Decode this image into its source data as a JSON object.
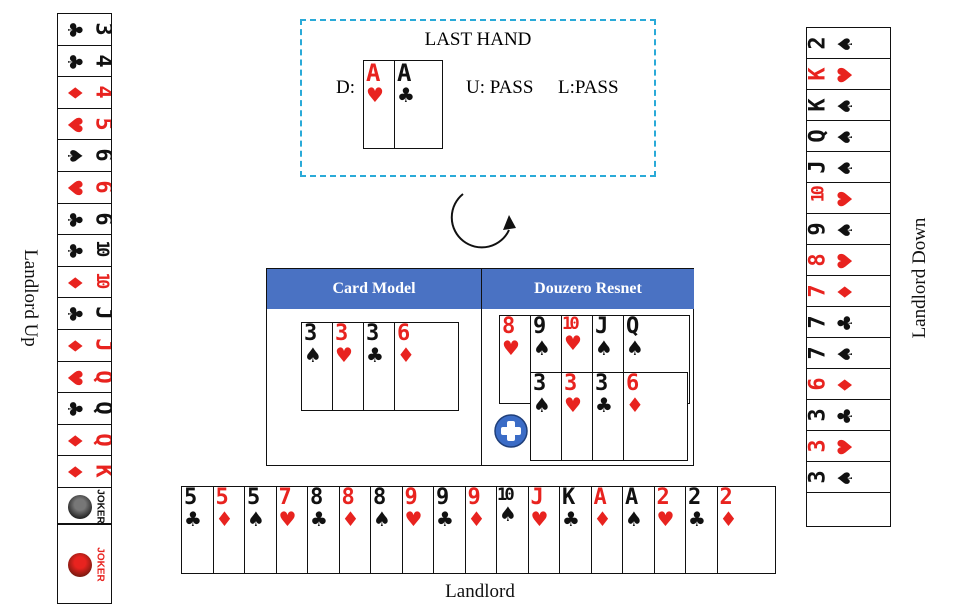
{
  "colors": {
    "red": "#e8231f",
    "black": "#111111",
    "header": "#4a72c3",
    "dashed": "#2aaad8",
    "plus_button": "#3b6cc6"
  },
  "labels": {
    "landlord_up": "Landlord Up",
    "landlord_down": "Landlord Down",
    "landlord": "Landlord"
  },
  "last_hand": {
    "title": "LAST HAND",
    "d_label": "D:",
    "u_text": "U: PASS",
    "l_text": "L:PASS",
    "cards": [
      {
        "rank": "A",
        "suit": "♥",
        "color": "red"
      },
      {
        "rank": "A",
        "suit": "♣",
        "color": "black"
      }
    ]
  },
  "cycle_icon": "refresh-arrow-icon",
  "panel": {
    "card_model_header": "Card Model",
    "douzero_header": "Douzero Resnet",
    "card_model_cards": [
      {
        "rank": "3",
        "suit": "♠",
        "color": "black"
      },
      {
        "rank": "3",
        "suit": "♥",
        "color": "red"
      },
      {
        "rank": "3",
        "suit": "♣",
        "color": "black"
      },
      {
        "rank": "6",
        "suit": "♦",
        "color": "red"
      }
    ],
    "douzero_top_cards": [
      {
        "rank": "8",
        "suit": "♥",
        "color": "red"
      },
      {
        "rank": "9",
        "suit": "♠",
        "color": "black"
      },
      {
        "rank": "10",
        "suit": "♥",
        "color": "red"
      },
      {
        "rank": "J",
        "suit": "♠",
        "color": "black"
      },
      {
        "rank": "Q",
        "suit": "♠",
        "color": "black"
      }
    ],
    "douzero_bottom_cards": [
      {
        "rank": "3",
        "suit": "♠",
        "color": "black"
      },
      {
        "rank": "3",
        "suit": "♥",
        "color": "red"
      },
      {
        "rank": "3",
        "suit": "♣",
        "color": "black"
      },
      {
        "rank": "6",
        "suit": "♦",
        "color": "red"
      }
    ],
    "plus_icon": "plus-circle-icon"
  },
  "landlord_up_cards": [
    {
      "rank": "3",
      "suit": "♣",
      "color": "black"
    },
    {
      "rank": "4",
      "suit": "♣",
      "color": "black"
    },
    {
      "rank": "4",
      "suit": "♦",
      "color": "red"
    },
    {
      "rank": "5",
      "suit": "♥",
      "color": "red"
    },
    {
      "rank": "6",
      "suit": "♠",
      "color": "black"
    },
    {
      "rank": "6",
      "suit": "♥",
      "color": "red"
    },
    {
      "rank": "6",
      "suit": "♣",
      "color": "black"
    },
    {
      "rank": "10",
      "suit": "♣",
      "color": "black"
    },
    {
      "rank": "10",
      "suit": "♦",
      "color": "red"
    },
    {
      "rank": "J",
      "suit": "♣",
      "color": "black"
    },
    {
      "rank": "J",
      "suit": "♦",
      "color": "red"
    },
    {
      "rank": "Q",
      "suit": "♥",
      "color": "red"
    },
    {
      "rank": "Q",
      "suit": "♣",
      "color": "black"
    },
    {
      "rank": "Q",
      "suit": "♦",
      "color": "red"
    },
    {
      "rank": "K",
      "suit": "♦",
      "color": "red"
    }
  ],
  "landlord_up_jokers": [
    {
      "text": "JOKER",
      "color": "black"
    },
    {
      "text": "JOKER",
      "color": "red"
    }
  ],
  "landlord_down_cards": [
    {
      "rank": "2",
      "suit": "♠",
      "color": "black"
    },
    {
      "rank": "K",
      "suit": "♥",
      "color": "red"
    },
    {
      "rank": "K",
      "suit": "♠",
      "color": "black"
    },
    {
      "rank": "Q",
      "suit": "♠",
      "color": "black"
    },
    {
      "rank": "J",
      "suit": "♠",
      "color": "black"
    },
    {
      "rank": "10",
      "suit": "♥",
      "color": "red"
    },
    {
      "rank": "9",
      "suit": "♠",
      "color": "black"
    },
    {
      "rank": "8",
      "suit": "♥",
      "color": "red"
    },
    {
      "rank": "7",
      "suit": "♦",
      "color": "red"
    },
    {
      "rank": "7",
      "suit": "♣",
      "color": "black"
    },
    {
      "rank": "7",
      "suit": "♠",
      "color": "black"
    },
    {
      "rank": "6",
      "suit": "♦",
      "color": "red"
    },
    {
      "rank": "3",
      "suit": "♣",
      "color": "black"
    },
    {
      "rank": "3",
      "suit": "♥",
      "color": "red"
    },
    {
      "rank": "3",
      "suit": "♠",
      "color": "black"
    }
  ],
  "landlord_cards": [
    {
      "rank": "5",
      "suit": "♣",
      "color": "black"
    },
    {
      "rank": "5",
      "suit": "♦",
      "color": "red"
    },
    {
      "rank": "5",
      "suit": "♠",
      "color": "black"
    },
    {
      "rank": "7",
      "suit": "♥",
      "color": "red"
    },
    {
      "rank": "8",
      "suit": "♣",
      "color": "black"
    },
    {
      "rank": "8",
      "suit": "♦",
      "color": "red"
    },
    {
      "rank": "8",
      "suit": "♠",
      "color": "black"
    },
    {
      "rank": "9",
      "suit": "♥",
      "color": "red"
    },
    {
      "rank": "9",
      "suit": "♣",
      "color": "black"
    },
    {
      "rank": "9",
      "suit": "♦",
      "color": "red"
    },
    {
      "rank": "10",
      "suit": "♠",
      "color": "black"
    },
    {
      "rank": "J",
      "suit": "♥",
      "color": "red"
    },
    {
      "rank": "K",
      "suit": "♣",
      "color": "black"
    },
    {
      "rank": "A",
      "suit": "♦",
      "color": "red"
    },
    {
      "rank": "A",
      "suit": "♠",
      "color": "black"
    },
    {
      "rank": "2",
      "suit": "♥",
      "color": "red"
    },
    {
      "rank": "2",
      "suit": "♣",
      "color": "black"
    },
    {
      "rank": "2",
      "suit": "♦",
      "color": "red"
    }
  ]
}
